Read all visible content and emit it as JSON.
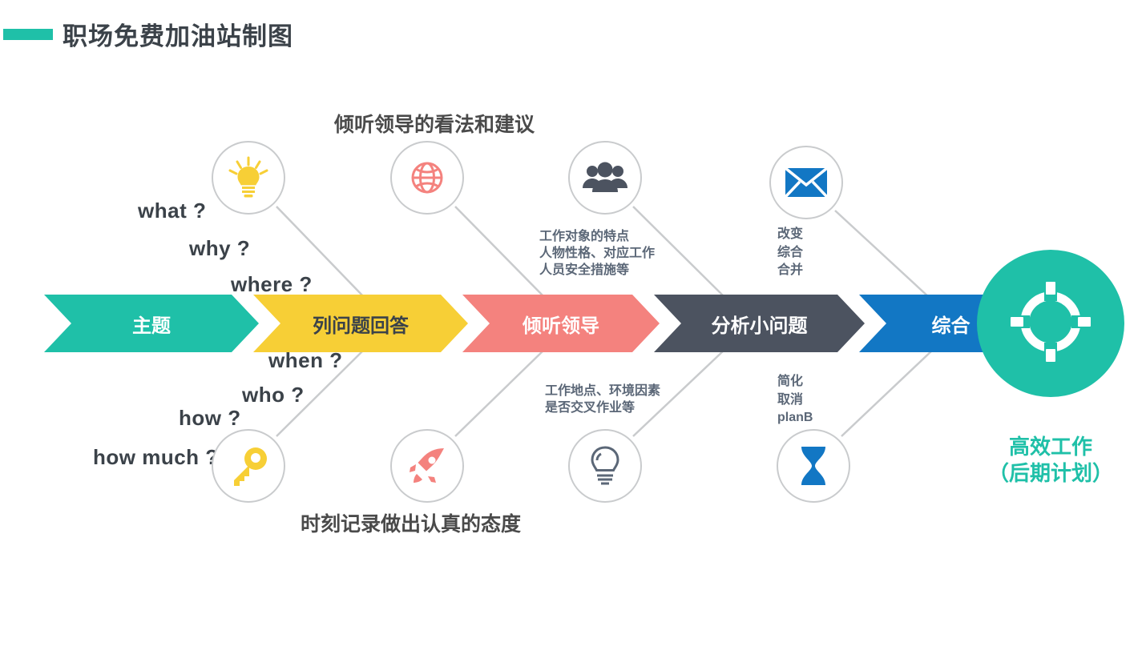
{
  "header": {
    "title": "职场免费加油站制图",
    "accent_color": "#1fc0a8"
  },
  "process_chain": {
    "steps": [
      {
        "label": "主题",
        "fill": "#1fc0a8",
        "text_color": "#ffffff"
      },
      {
        "label": "列问题回答",
        "fill": "#f7cf36",
        "text_color": "#3b4249"
      },
      {
        "label": "倾听领导",
        "fill": "#f4827e",
        "text_color": "#ffffff"
      },
      {
        "label": "分析小问题",
        "fill": "#4c5360",
        "text_color": "#ffffff"
      },
      {
        "label": "综合",
        "fill": "#1277c4",
        "text_color": "#ffffff"
      }
    ]
  },
  "captions": {
    "top": "倾听领导的看法和建议",
    "bottom": "时刻记录做出认真的态度"
  },
  "question_labels_top": [
    "what ?",
    "why ?",
    "where ?"
  ],
  "question_labels_bottom": [
    "when ?",
    "who ?",
    "how ?",
    "how much ?"
  ],
  "notes": {
    "analysis_top": [
      "工作对象的特点",
      "人物性格、对应工作",
      "人员安全措施等"
    ],
    "analysis_bottom": [
      "工作地点、环境因素",
      "是否交叉作业等"
    ],
    "synthesis_top": [
      "改变",
      "综合",
      "合并"
    ],
    "synthesis_bottom": [
      "简化",
      "取消",
      "planB"
    ]
  },
  "icons": {
    "bulb_yellow": "lightbulb-icon",
    "globe_pink": "globe-icon",
    "people_gray": "people-group-icon",
    "envelope_blue": "envelope-icon",
    "key_yellow": "key-icon",
    "rocket_pink": "rocket-icon",
    "bulb_outline": "lightbulb-outline-icon",
    "hourglass_blue": "hourglass-icon",
    "result_target": "target-gear-icon"
  },
  "result": {
    "line1": "高效工作",
    "line2": "（后期计划）",
    "circle_color": "#1fc0a8",
    "text_color": "#1fc0a8"
  },
  "colors": {
    "teal": "#1fc0a8",
    "yellow": "#f7cf36",
    "pink": "#f4827e",
    "dark_gray": "#4c5360",
    "blue": "#1277c4",
    "line_gray": "#c9cbcd",
    "note_gray": "#5b6777"
  }
}
